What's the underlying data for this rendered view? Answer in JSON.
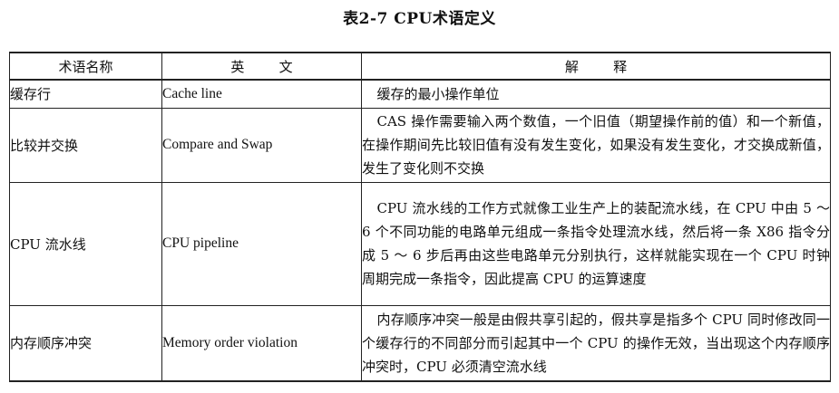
{
  "caption": "表2-7   CPU术语定义",
  "headers": [
    "术语名称",
    "英        文",
    "解        释"
  ],
  "rows": [
    {
      "term": "缓存行",
      "english": "Cache line",
      "explanation": "缓存的最小操作单位"
    },
    {
      "term": "比较并交换",
      "english": "Compare and Swap",
      "explanation": "CAS 操作需要输入两个数值，一个旧值（期望操作前的值）和一个新值，在操作期间先比较旧值有没有发生变化，如果没有发生变化，才交换成新值，发生了变化则不交换"
    },
    {
      "term": "CPU 流水线",
      "english": "CPU pipeline",
      "explanation": "CPU 流水线的工作方式就像工业生产上的装配流水线，在 CPU 中由 5 ～ 6 个不同功能的电路单元组成一条指令处理流水线，然后将一条 X86 指令分成 5 ～ 6 步后再由这些电路单元分别执行，这样就能实现在一个 CPU 时钟周期完成一条指令，因此提高 CPU 的运算速度"
    },
    {
      "term": "内存顺序冲突",
      "english": "Memory order violation",
      "explanation": "内存顺序冲突一般是由假共享引起的，假共享是指多个 CPU 同时修改同一个缓存行的不同部分而引起其中一个 CPU 的操作无效，当出现这个内存顺序冲突时，CPU 必须清空流水线"
    }
  ]
}
